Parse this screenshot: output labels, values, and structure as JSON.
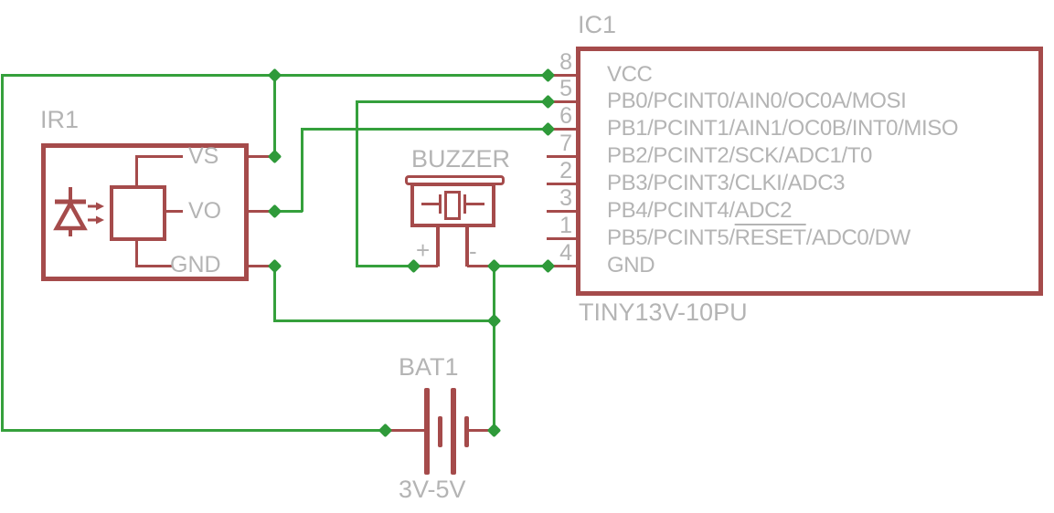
{
  "colors": {
    "background": "#ffffff",
    "symbol": "#a54b4b",
    "net": "#35a03c",
    "junction": "#2f9a3a",
    "text": "#b4b4b4"
  },
  "ic": {
    "ref": "IC1",
    "value": "TINY13V-10PU",
    "pins": [
      {
        "number": "8",
        "pre": "VCC",
        "over": "",
        "post": ""
      },
      {
        "number": "5",
        "pre": "PB0/PCINT0/AIN0/OC0A/MOSI",
        "over": "",
        "post": ""
      },
      {
        "number": "6",
        "pre": "PB1/PCINT1/AIN1/OC0B/INT0/MISO",
        "over": "",
        "post": ""
      },
      {
        "number": "7",
        "pre": "PB2/PCINT2/SCK/ADC1/T0",
        "over": "",
        "post": ""
      },
      {
        "number": "2",
        "pre": "PB3/PCINT3/CLKI/ADC3",
        "over": "",
        "post": ""
      },
      {
        "number": "3",
        "pre": "PB4/PCINT4/ADC2",
        "over": "",
        "post": ""
      },
      {
        "number": "1",
        "pre": "PB5/PCINT5/",
        "over": "RESET",
        "post": "/ADC0/DW"
      },
      {
        "number": "4",
        "pre": "GND",
        "over": "",
        "post": ""
      }
    ]
  },
  "ir": {
    "ref": "IR1",
    "pins": {
      "vs": "VS",
      "vo": "VO",
      "gnd": "GND"
    }
  },
  "buzzer": {
    "ref": "BUZZER",
    "plus": "+",
    "minus": "-"
  },
  "battery": {
    "ref": "BAT1",
    "value": "3V-5V"
  }
}
